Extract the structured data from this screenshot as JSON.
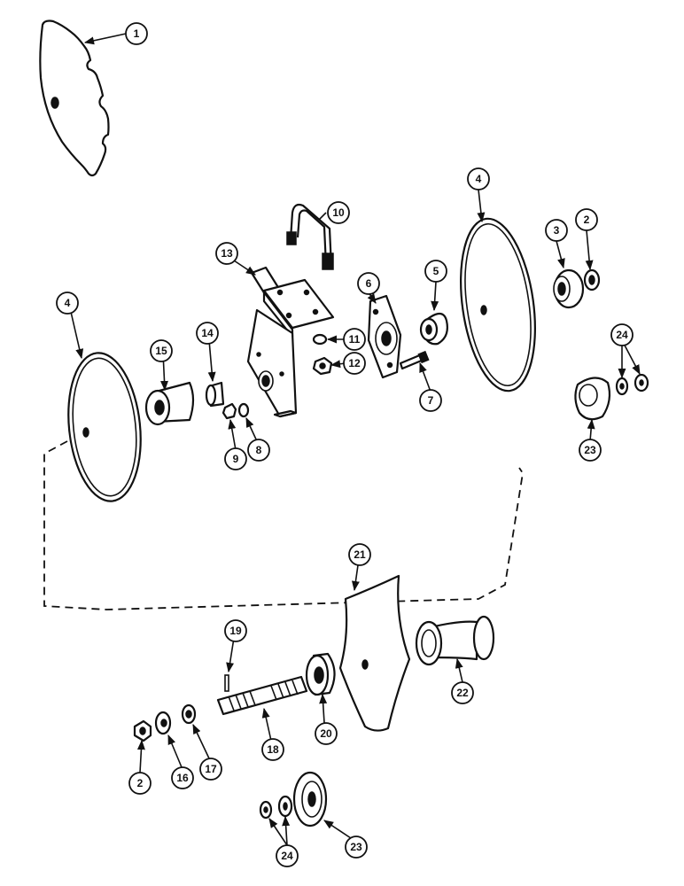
{
  "callouts": {
    "c1": "1",
    "c2a": "2",
    "c2b": "2",
    "c3": "3",
    "c4a": "4",
    "c4b": "4",
    "c5": "5",
    "c6": "6",
    "c7": "7",
    "c8": "8",
    "c9": "9",
    "c10": "10",
    "c11": "11",
    "c12": "12",
    "c13": "13",
    "c14": "14",
    "c15": "15",
    "c16": "16",
    "c17": "17",
    "c18": "18",
    "c19": "19",
    "c20": "20",
    "c21": "21",
    "c22": "22",
    "c23a": "23",
    "c23b": "23",
    "c24a": "24",
    "c24b": "24"
  }
}
